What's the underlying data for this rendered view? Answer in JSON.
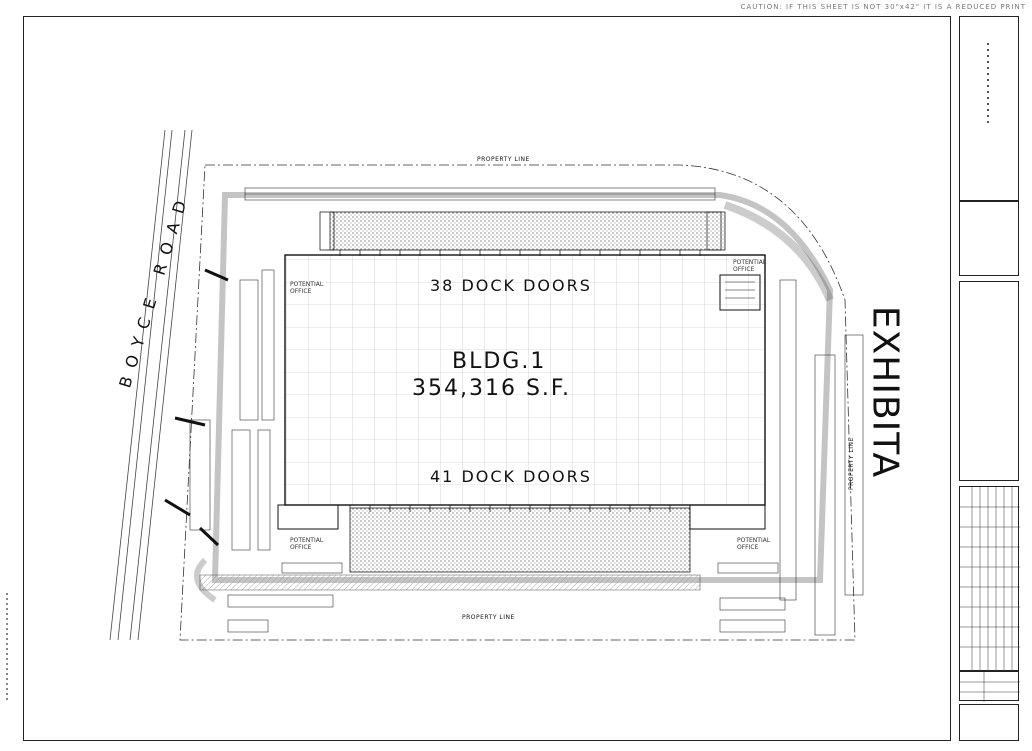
{
  "caution_note": "CAUTION: IF THIS SHEET IS NOT 30\"x42\" IT IS A REDUCED PRINT",
  "exhibit_title": "EXHIBITA",
  "building": {
    "name": "BLDG.1",
    "area": "354,316 S.F.",
    "dock_doors_north": "38 DOCK DOORS",
    "dock_doors_south": "41 DOCK DOORS"
  },
  "road_name": "BOYCE ROAD",
  "property_line_top": "PROPERTY LINE",
  "property_line_bottom": "PROPERTY LINE",
  "property_line_right": "PROPERTY LINE",
  "office_labels": {
    "northwest": "POTENTIAL OFFICE",
    "northeast": "POTENTIAL OFFICE",
    "southwest": "POTENTIAL OFFICE",
    "southeast": "POTENTIAL OFFICE"
  },
  "colors": {
    "line": "#222222",
    "hatch": "#555555",
    "background": "#ffffff"
  }
}
